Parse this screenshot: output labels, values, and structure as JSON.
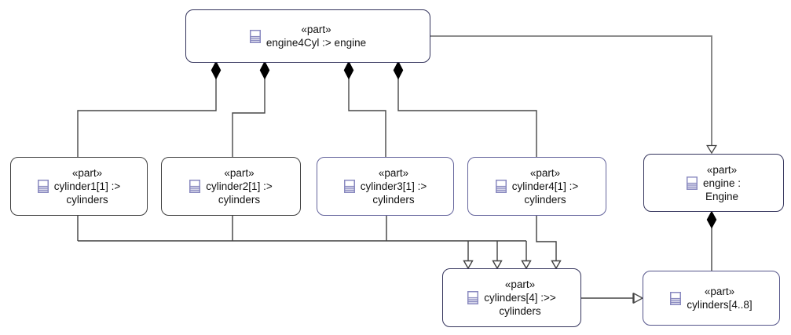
{
  "diagram": {
    "type": "sysml-part-diagram",
    "colors": {
      "background": "#ffffff",
      "node_border_dark": "#34345c",
      "node_border_gray": "#3f3f3f",
      "node_border_purple": "#64649c",
      "edge_dark": "#474747",
      "edge_gray": "#7d7d7d",
      "icon_accent": "#8a8ac0",
      "icon_fill": "#e0e0ef",
      "text": "#121212"
    },
    "nodes": [
      {
        "id": "engine4Cyl",
        "stereotype": "«part»",
        "line1": "engine4Cyl :> engine",
        "line2": ""
      },
      {
        "id": "cylinder1",
        "stereotype": "«part»",
        "line1": "cylinder1[1] :>",
        "line2": "cylinders"
      },
      {
        "id": "cylinder2",
        "stereotype": "«part»",
        "line1": "cylinder2[1] :>",
        "line2": "cylinders"
      },
      {
        "id": "cylinder3",
        "stereotype": "«part»",
        "line1": "cylinder3[1] :>",
        "line2": "cylinders"
      },
      {
        "id": "cylinder4",
        "stereotype": "«part»",
        "line1": "cylinder4[1] :>",
        "line2": "cylinders"
      },
      {
        "id": "engine",
        "stereotype": "«part»",
        "line1": "engine :",
        "line2": "Engine"
      },
      {
        "id": "cylinders4",
        "stereotype": "«part»",
        "line1": "cylinders[4] :>>",
        "line2": "cylinders"
      },
      {
        "id": "cylinders48",
        "stereotype": "«part»",
        "line1": "cylinders[4..8]",
        "line2": ""
      }
    ],
    "edges": [
      {
        "id": "engine4Cyl-cylinder1",
        "kind": "composition"
      },
      {
        "id": "engine4Cyl-cylinder2",
        "kind": "composition"
      },
      {
        "id": "engine4Cyl-cylinder3",
        "kind": "composition"
      },
      {
        "id": "engine4Cyl-cylinder4",
        "kind": "composition"
      },
      {
        "id": "engine4Cyl-engine",
        "kind": "specialization-open-arrow"
      },
      {
        "id": "engine-cylinders48",
        "kind": "composition"
      },
      {
        "id": "cylinders-to-cylinders4",
        "kind": "open-arrow-bundle-x4"
      },
      {
        "id": "cylinders4-cylinders48",
        "kind": "subset-bar-open-arrow"
      }
    ]
  }
}
